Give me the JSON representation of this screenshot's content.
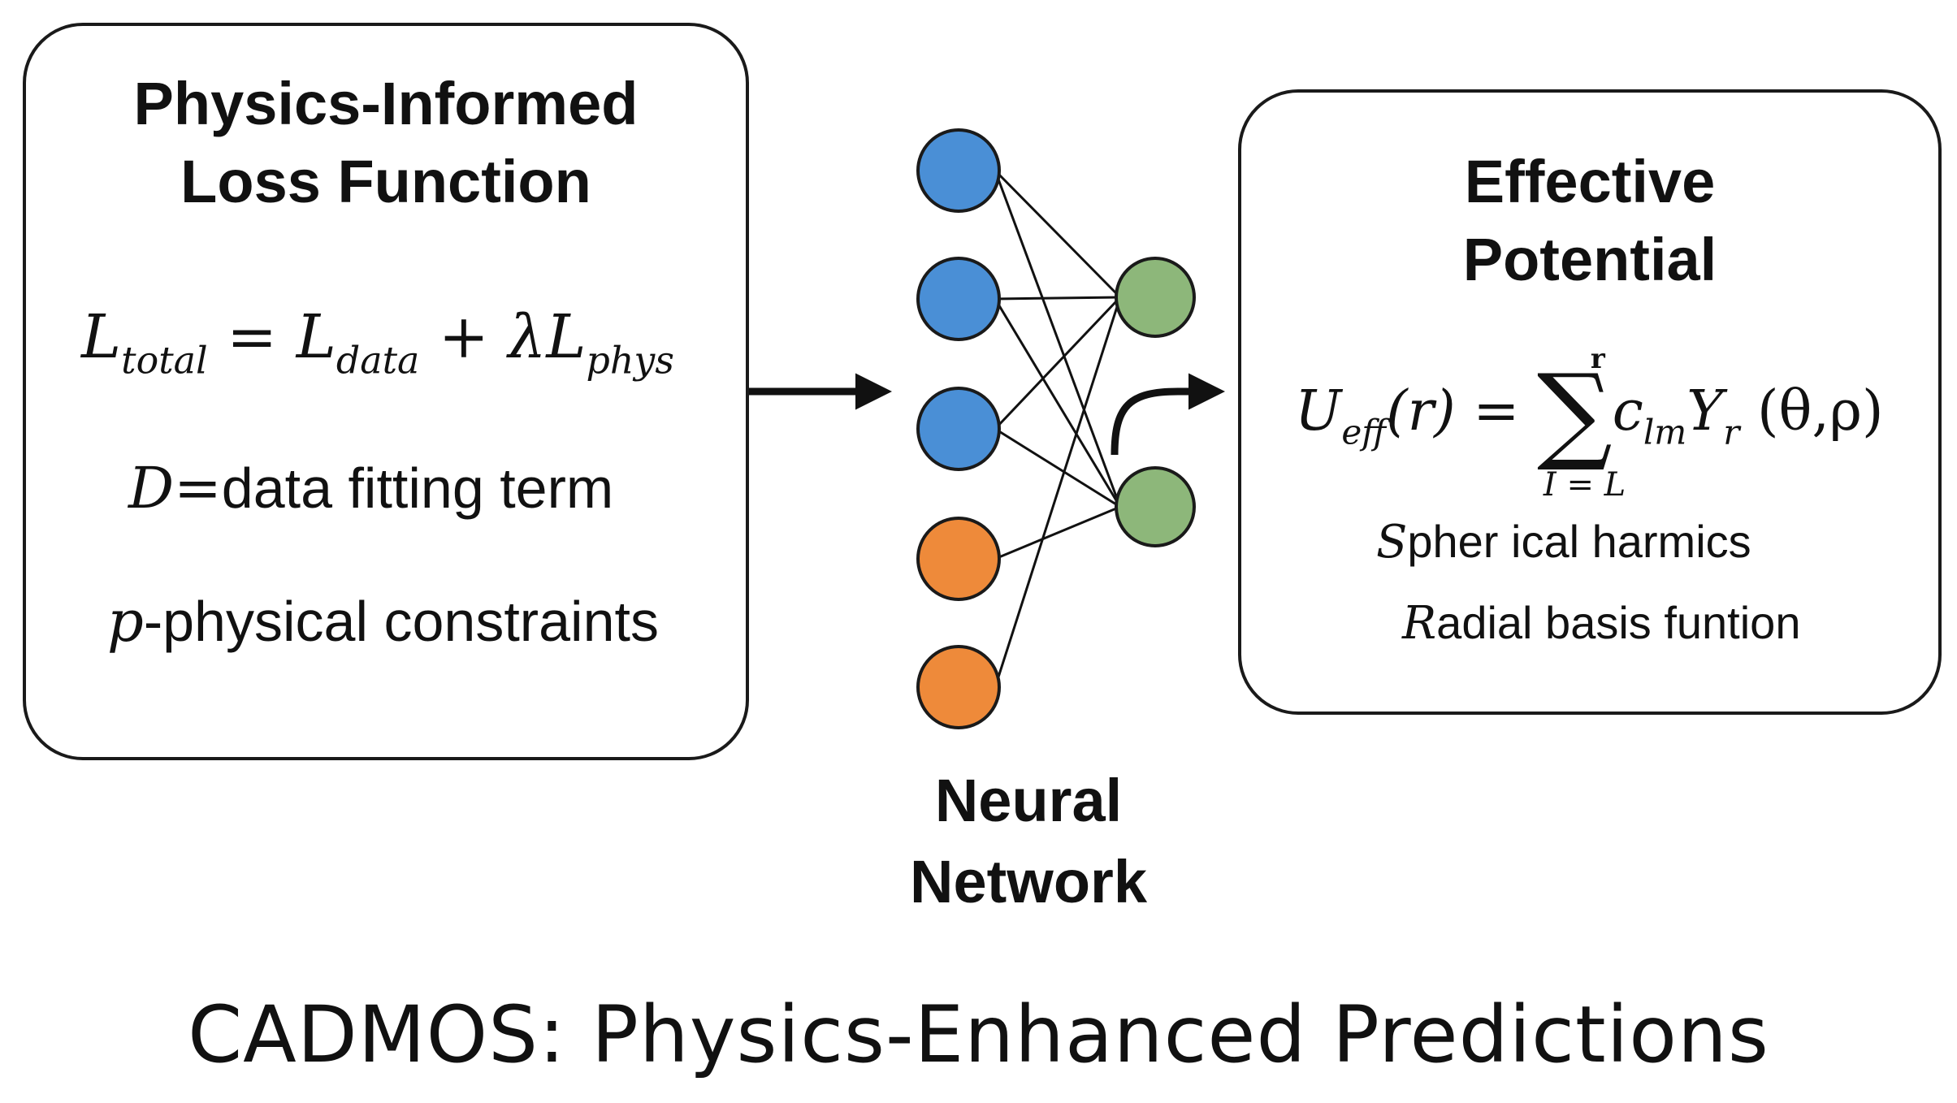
{
  "loss_panel": {
    "title_line1": "Physics-Informed",
    "title_line2": "Loss Function",
    "formula": {
      "L": "L",
      "sub_total": "total",
      "equals": " = ",
      "L2": "L",
      "sub_data": "data",
      "plus": " + ",
      "lambda": "λ",
      "L3": "L",
      "sub_phys": "phys"
    },
    "data_term": {
      "symbol": "D",
      "eq": "=",
      "text": "data fitting term"
    },
    "phys_term": {
      "symbol": "p",
      "text": "-physical constraints"
    }
  },
  "potential_panel": {
    "title_line1": "Effective",
    "title_line2": "Potential",
    "formula": {
      "U": "U",
      "sub_eff": "eff",
      "arg": "(r) = ",
      "sigma": "∑",
      "sum_lower": "I = L",
      "sum_upper": "r",
      "c": "c",
      "sub_lm": "lm",
      "Y": "Y",
      "sub_r": "r",
      "angles": " (θ,ρ)"
    },
    "basis_1": {
      "symbol": "S",
      "text": "pher ical harmics"
    },
    "basis_2": {
      "symbol": "R",
      "text": "adial basis funtion"
    }
  },
  "network": {
    "caption_line1": "Neural",
    "caption_line2": "Network",
    "input_nodes": [
      {
        "color": "#4a8fd6"
      },
      {
        "color": "#4a8fd6"
      },
      {
        "color": "#4a8fd6"
      },
      {
        "color": "#ee8a3a"
      },
      {
        "color": "#ee8a3a"
      }
    ],
    "output_nodes": [
      {
        "color": "#8db77a"
      },
      {
        "color": "#8db77a"
      }
    ],
    "edge_color": "#111111",
    "node_stroke": "#1a1a1a"
  },
  "footer": {
    "title": "CADMOS: Physics-Enhanced Predictions"
  }
}
